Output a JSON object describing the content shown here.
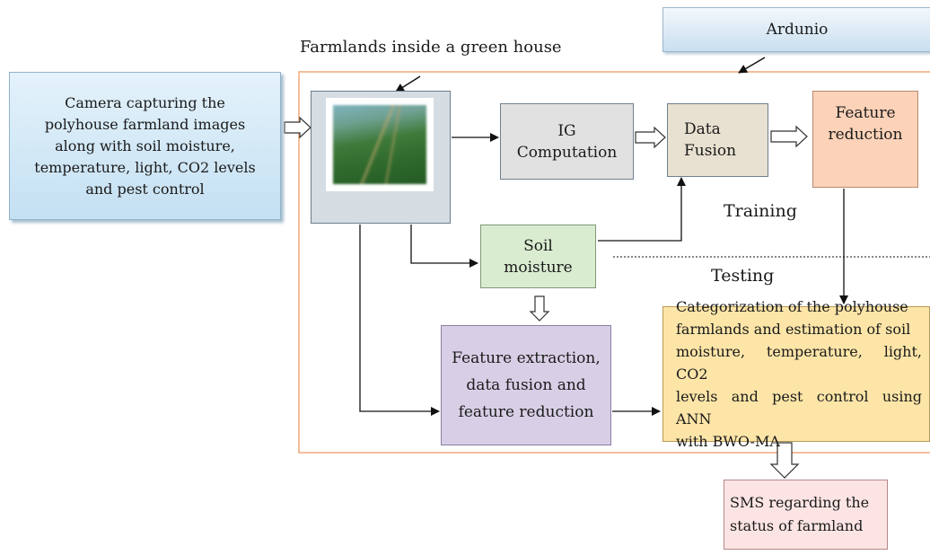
{
  "camera_box": [
    "Camera capturing the",
    "polyhouse farmland images",
    "along with soil moisture,",
    "temperature, light, CO2 levels",
    "and pest control"
  ],
  "greenhouse_label": "Farmlands inside a green house",
  "arduino_label": "Ardunio",
  "ig_box": [
    "IG",
    "Computation"
  ],
  "fusion_box": [
    "Data",
    "Fusion"
  ],
  "feature_reduction_box": [
    "Feature",
    "reduction"
  ],
  "training_label": "Training",
  "testing_label": "Testing",
  "soil_box": [
    "Soil",
    "moisture"
  ],
  "extraction_box": [
    "Feature extraction,",
    "data fusion and",
    "feature reduction"
  ],
  "categorization_box": [
    "Categorization of the polyhouse",
    "farmlands and estimation of soil",
    "moisture, temperature, light, CO2",
    "levels and pest control using ANN",
    "with BWO-MA"
  ],
  "sms_box": [
    "SMS regarding the",
    "status of farmland"
  ],
  "colors": {
    "camera_fill": "#cfe6f5",
    "image_frame_fill": "#d5dde3",
    "ig_fill": "#e1e1e1",
    "fusion_fill": "#e8e0d0",
    "feature_reduction_fill": "#fcd2b8",
    "soil_fill": "#d9ecd0",
    "extraction_fill": "#d8cfe6",
    "categorization_fill": "#fde5a8",
    "sms_fill": "#fde4e4",
    "boundary_stroke": "#f0a878"
  }
}
